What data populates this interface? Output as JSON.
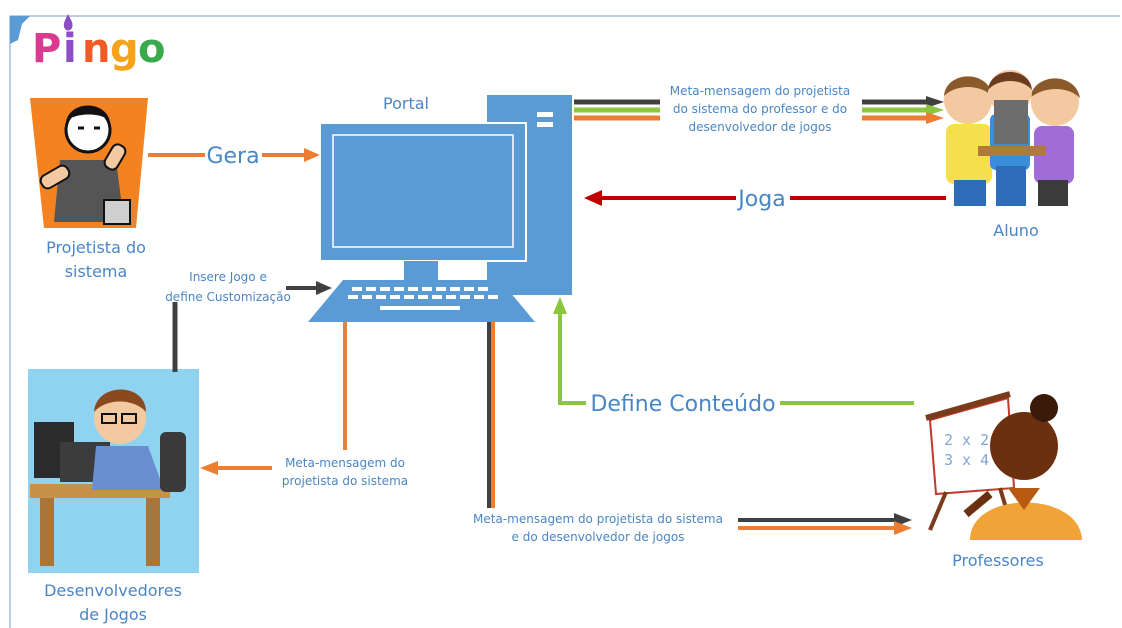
{
  "logo": {
    "letters": [
      "P",
      "i",
      "n",
      "g",
      "o"
    ],
    "colors": [
      "#d93b8f",
      "#8a4cc7",
      "#f15a24",
      "#f7a21b",
      "#39a94b"
    ]
  },
  "nodes": {
    "portal": "Portal",
    "designer": [
      "Projetista do",
      "sistema"
    ],
    "student": "Aluno",
    "developers": [
      "Desenvolvedores",
      "de Jogos"
    ],
    "teachers": "Professores"
  },
  "edges": {
    "gera": "Gera",
    "joga": "Joga",
    "define_conteudo": "Define Conteúdo",
    "insere": [
      "Insere Jogo e",
      "define Customização"
    ],
    "meta_top": [
      "Meta-mensagem do projetista",
      "do sistema do professor e do",
      "desenvolvedor de jogos"
    ],
    "meta_dev": [
      "Meta-mensagem do",
      "projetista do sistema"
    ],
    "meta_teachers": [
      "Meta-mensagem do projetista do sistema",
      "e do desenvolvedor de jogos"
    ]
  },
  "colors": {
    "accent_blue": "#5b9bd5",
    "orange": "#ed7d31",
    "dark": "#404040",
    "green": "#8cc63f",
    "red": "#c00000",
    "label": "#4a86c5"
  }
}
